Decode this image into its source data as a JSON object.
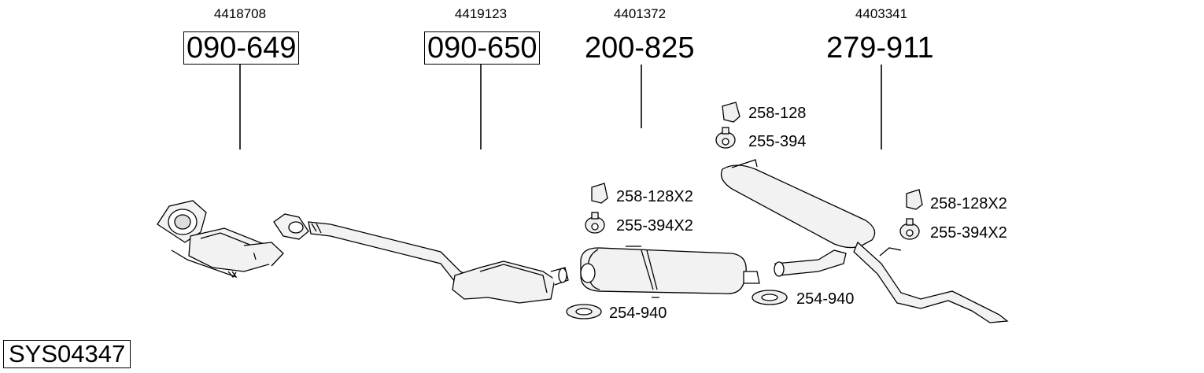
{
  "system_id": "SYS04347",
  "parts": [
    {
      "oem": "4418708",
      "number": "090-649"
    },
    {
      "oem": "4419123",
      "number": "090-650"
    },
    {
      "oem": "4401372",
      "number": "200-825"
    },
    {
      "oem": "4403341",
      "number": "279-911"
    }
  ],
  "accessories": {
    "mount_a1": "258-128",
    "hanger_a1": "255-394",
    "mount_b2": "258-128X2",
    "hanger_b2": "255-394X2",
    "clamp_b": "254-940",
    "mount_c2": "258-128X2",
    "hanger_c2": "255-394X2",
    "clamp_c": "254-940"
  }
}
